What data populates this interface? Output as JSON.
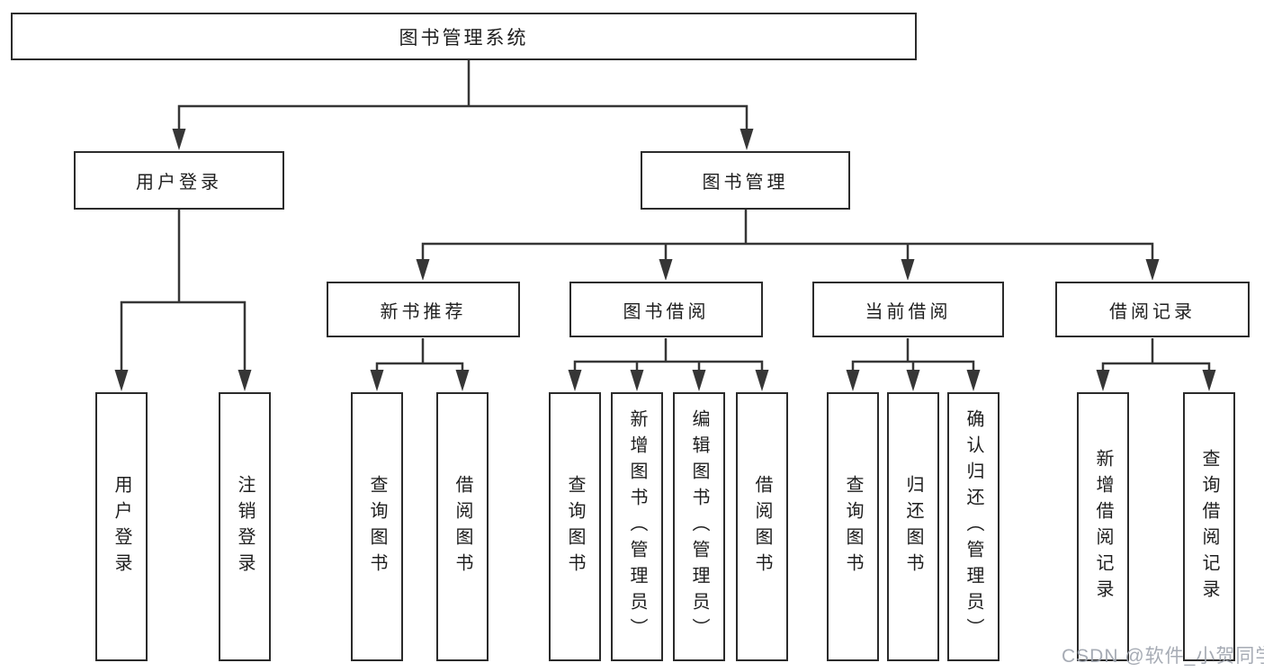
{
  "diagram_title": "图书管理系统",
  "colors": {
    "background": "#ffffff",
    "line": "#363636",
    "box_border": "#2b2b2b",
    "text": "#1e1e1e",
    "watermark": "#9ea4ae"
  },
  "nodes": {
    "root": {
      "label": "图书管理系统"
    },
    "level2": [
      {
        "label": "用户登录",
        "parent": "图书管理系统"
      },
      {
        "label": "图书管理",
        "parent": "图书管理系统"
      }
    ],
    "level3": [
      {
        "label": "新书推荐",
        "parent": "图书管理"
      },
      {
        "label": "图书借阅",
        "parent": "图书管理"
      },
      {
        "label": "当前借阅",
        "parent": "图书管理"
      },
      {
        "label": "借阅记录",
        "parent": "图书管理"
      }
    ],
    "leaves": [
      {
        "label": "用户登录",
        "parent": "用户登录"
      },
      {
        "label": "注销登录",
        "parent": "用户登录"
      },
      {
        "label": "查询图书",
        "parent": "新书推荐"
      },
      {
        "label": "借阅图书",
        "parent": "新书推荐"
      },
      {
        "label": "查询图书",
        "parent": "图书借阅"
      },
      {
        "label": "新增图书（管理员）",
        "parent": "图书借阅"
      },
      {
        "label": "编辑图书（管理员）",
        "parent": "图书借阅"
      },
      {
        "label": "借阅图书",
        "parent": "图书借阅"
      },
      {
        "label": "查询图书",
        "parent": "当前借阅"
      },
      {
        "label": "归还图书",
        "parent": "当前借阅"
      },
      {
        "label": "确认归还（管理员）",
        "parent": "当前借阅"
      },
      {
        "label": "新增借阅记录",
        "parent": "借阅记录"
      },
      {
        "label": "查询借阅记录",
        "parent": "借阅记录"
      }
    ]
  },
  "watermark": {
    "text": "CSDN @软件_小贺同学"
  }
}
